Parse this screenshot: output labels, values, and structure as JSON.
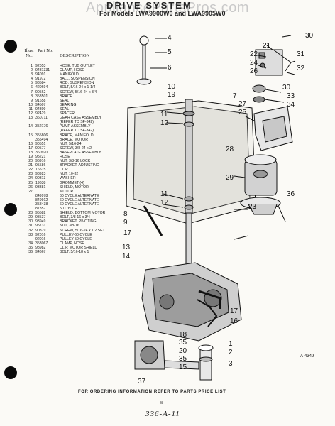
{
  "watermark": "AppliancePartsPros.com",
  "title": "DRIVE SYSTEM",
  "subtitle": "For Models LWA9900W0 and LWA9905W0",
  "table_header": {
    "illus_no": "Illus. No.",
    "part_no": "Part No.",
    "description": "DESCRIPTION"
  },
  "parts": [
    {
      "n": "1",
      "p": "92053",
      "d": "HOSE, TUB OUTLET"
    },
    {
      "n": "2",
      "p": "9431331",
      "d": "CLAMP, HOSE"
    },
    {
      "n": "3",
      "p": "94091",
      "d": "MANIFOLD"
    },
    {
      "n": "4",
      "p": "91972",
      "d": "BALL, SUSPENSION"
    },
    {
      "n": "5",
      "p": "93584",
      "d": "ROD, SUSPENSION"
    },
    {
      "n": "6",
      "p": "420694",
      "d": "BOLT, 5/16-24 x 1-1/4"
    },
    {
      "n": "7",
      "p": "90562",
      "d": "SCREW, 5/16-24 x 3/4"
    },
    {
      "n": "8",
      "p": "353501",
      "d": "BRACE"
    },
    {
      "n": "9",
      "p": "91658",
      "d": "SEAL"
    },
    {
      "n": "10",
      "p": "94507",
      "d": "BEARING"
    },
    {
      "n": "11",
      "p": "94309",
      "d": "SEAL"
    },
    {
      "n": "12",
      "p": "92429",
      "d": "SPACER"
    },
    {
      "n": "13",
      "p": "360711",
      "d": "GEAR CASE ASSEMBLY"
    },
    {
      "n": "",
      "p": "",
      "d": "(REFER TO SF-342)"
    },
    {
      "n": "14",
      "p": "352176",
      "d": "PUMP ASSEMBLY"
    },
    {
      "n": "",
      "p": "",
      "d": "(REFER TO SF-342)"
    },
    {
      "n": "15",
      "p": "355806",
      "d": "BRACE, MANIFOLD"
    },
    {
      "n": "",
      "p": "355494",
      "d": "BRACE, MOTOR"
    },
    {
      "n": "16",
      "p": "90551",
      "d": "NUT, 5/16-24"
    },
    {
      "n": "17",
      "p": "90577",
      "d": "SCREW, 3/8-24 x 2"
    },
    {
      "n": "18",
      "p": "360920",
      "d": "BASEPLATE ASSEMBLY"
    },
    {
      "n": "19",
      "p": "95221",
      "d": "HOSE"
    },
    {
      "n": "20",
      "p": "96916",
      "d": "NUT, 3/8-16 LOCK"
    },
    {
      "n": "21",
      "p": "95586",
      "d": "BRACKET, ADJUSTING"
    },
    {
      "n": "22",
      "p": "16515",
      "d": "CLIP"
    },
    {
      "n": "23",
      "p": "98923",
      "d": "NUT, 10-32"
    },
    {
      "n": "24",
      "p": "90313",
      "d": "WASHER"
    },
    {
      "n": "25",
      "p": "19638",
      "d": "GROMMET (4)"
    },
    {
      "n": "26",
      "p": "93381",
      "d": "SHIELD, MOTOR"
    },
    {
      "n": "27",
      "p": "",
      "d": "MOTOR"
    },
    {
      "n": "",
      "p": "849978",
      "d": "60 CYCLE ALTERNATE"
    },
    {
      "n": "",
      "p": "849912",
      "d": "60 CYCLE ALTERNATE"
    },
    {
      "n": "",
      "p": "358438",
      "d": "60 CYCLE ALTERNATE"
    },
    {
      "n": "",
      "p": "87857",
      "d": "50 CYCLE"
    },
    {
      "n": "28",
      "p": "95582",
      "d": "SHIELD, BOTTOM MOTOR"
    },
    {
      "n": "29",
      "p": "98537",
      "d": "BOLT, 3/8-16 x 3/4"
    },
    {
      "n": "30",
      "p": "93949",
      "d": "BRACKET, PIVOTING"
    },
    {
      "n": "31",
      "p": "95731",
      "d": "NUT, 3/8-16"
    },
    {
      "n": "32",
      "p": "90879",
      "d": "SCREW, 5/16-24 x 1/2 SET"
    },
    {
      "n": "33",
      "p": "92016",
      "d": "PULLEY-60 CYCLE"
    },
    {
      "n": "",
      "p": "92016",
      "d": "PULLEY-50 CYCLE"
    },
    {
      "n": "34",
      "p": "353067",
      "d": "CLAMP, HOSE"
    },
    {
      "n": "35",
      "p": "98982",
      "d": "CLIP, MOTOR SHIELD"
    },
    {
      "n": "36",
      "p": "94667",
      "d": "BOLT, 5/16-18 x 1"
    }
  ],
  "callouts": {
    "c1": "1",
    "c2": "2",
    "c3": "3",
    "c4": "4",
    "c5": "5",
    "c6": "6",
    "c7": "7",
    "c8": "8",
    "c9": "9",
    "c10": "10",
    "c11a": "11",
    "c11b": "11",
    "c12a": "12",
    "c12b": "12",
    "c13": "13",
    "c14": "14",
    "c15": "15",
    "c16": "16",
    "c17a": "17",
    "c17b": "17",
    "c18": "18",
    "c19": "19",
    "c20": "20",
    "c21": "21",
    "c22": "22",
    "c23": "23",
    "c24": "24",
    "c25": "25",
    "c26": "26",
    "c27": "27",
    "c28": "28",
    "c29": "29",
    "c30a": "30",
    "c30b": "30",
    "c31": "31",
    "c32": "32",
    "c33": "33",
    "c34": "34",
    "c35a": "35",
    "c35b": "35",
    "c36": "36",
    "c37": "37"
  },
  "diagram_code": "A-4349",
  "footer_note": "FOR ORDERING INFORMATION REFER TO PARTS PRICE LIST",
  "page_number": "8",
  "handwritten_code": "336-A-11"
}
